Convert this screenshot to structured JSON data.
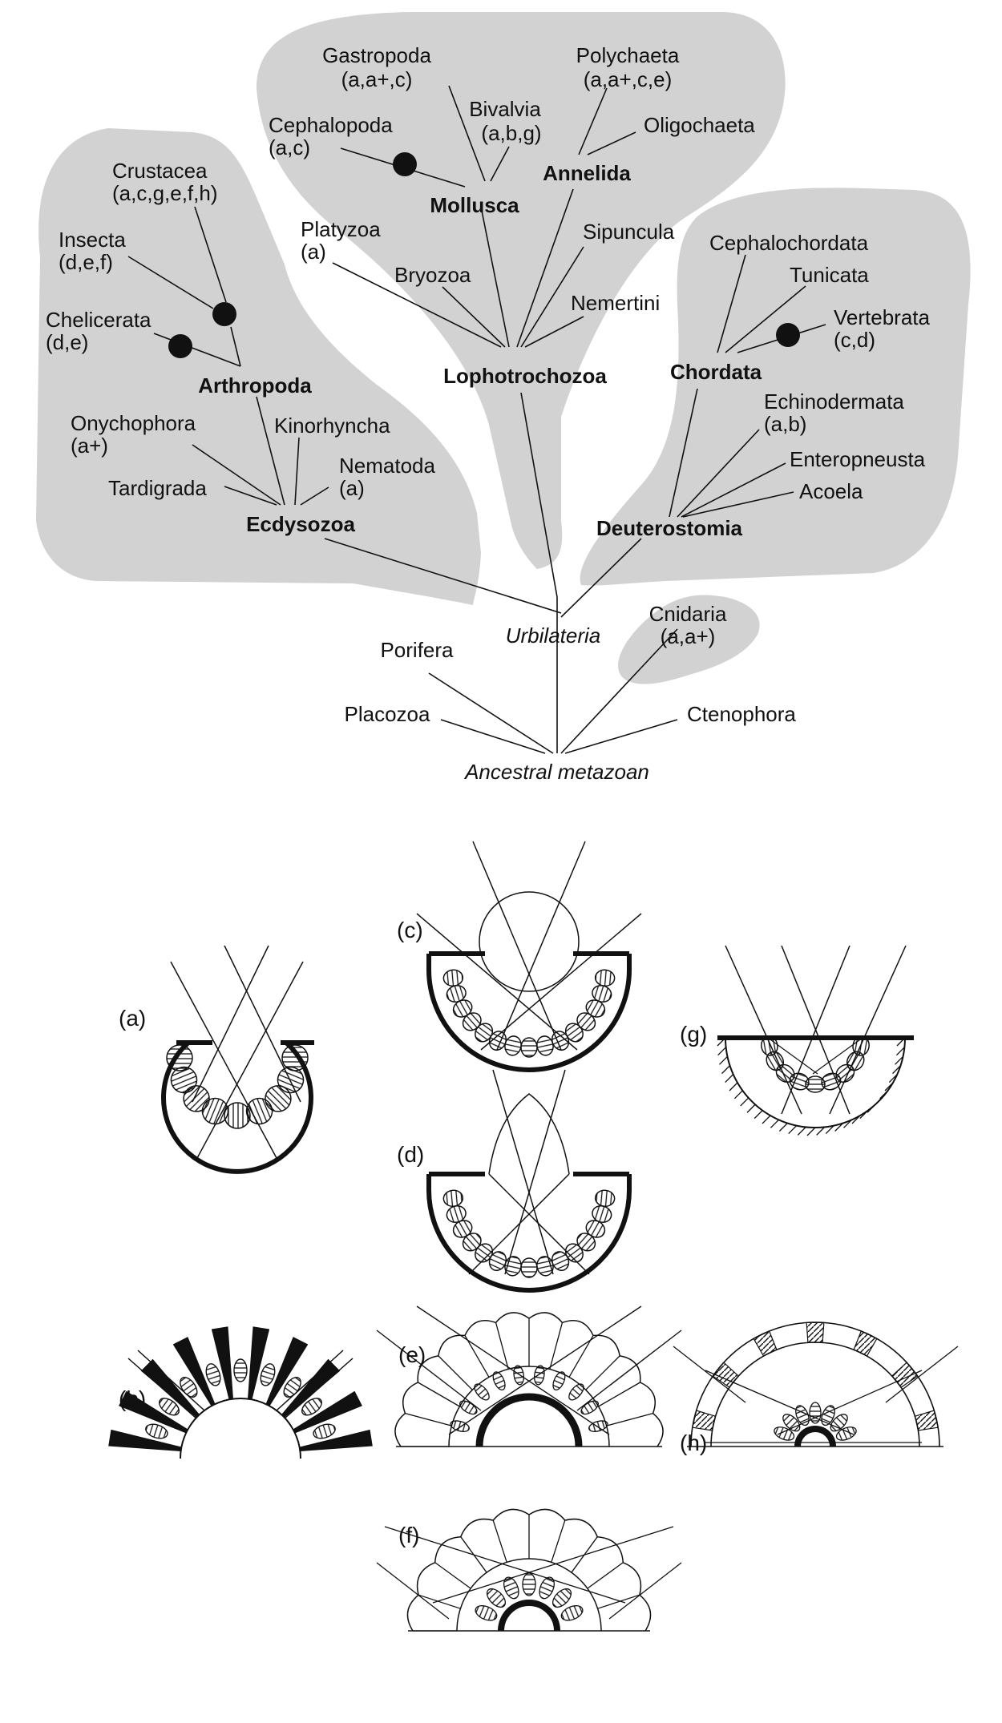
{
  "taxa": {
    "gastropoda": "Gastropoda",
    "gastropoda_sub": "(a,a+,c)",
    "polychaeta": "Polychaeta",
    "polychaeta_sub": "(a,a+,c,e)",
    "bivalvia": "Bivalvia",
    "bivalvia_sub": "(a,b,g)",
    "oligochaeta": "Oligochaeta",
    "cephalopoda": "Cephalopoda",
    "cephalopoda_sub": "(a,c)",
    "annelida": "Annelida",
    "mollusca": "Mollusca",
    "crustacea": "Crustacea",
    "crustacea_sub": "(a,c,g,e,f,h)",
    "platyzoa": "Platyzoa",
    "platyzoa_sub": "(a)",
    "sipuncula": "Sipuncula",
    "insecta": "Insecta",
    "insecta_sub": "(d,e,f)",
    "bryozoa": "Bryozoa",
    "nemertini": "Nemertini",
    "cephalochordata": "Cephalochordata",
    "tunicata": "Tunicata",
    "chelicerata": "Chelicerata",
    "chelicerata_sub": "(d,e)",
    "vertebrata": "Vertebrata",
    "vertebrata_sub": "(c,d)",
    "chordata": "Chordata",
    "arthropoda": "Arthropoda",
    "lophotrochozoa": "Lophotrochozoa",
    "echinodermata": "Echinodermata",
    "echinodermata_sub": "(a,b)",
    "onychophora": "Onychophora",
    "onychophora_sub": "(a+)",
    "kinorhyncha": "Kinorhyncha",
    "enteropneusta": "Enteropneusta",
    "nematoda": "Nematoda",
    "nematoda_sub": "(a)",
    "acoela": "Acoela",
    "tardigrada": "Tardigrada",
    "ecdysozoa": "Ecdysozoa",
    "deuterostomia": "Deuterostomia",
    "urbilateria": "Urbilateria",
    "cnidaria": "Cnidaria",
    "cnidaria_sub": "(a,a+)",
    "porifera": "Porifera",
    "placozoa": "Placozoa",
    "ctenophora": "Ctenophora",
    "ancestral": "Ancestral metazoan"
  },
  "panels": {
    "a": "(a)",
    "b": "(b)",
    "c": "(c)",
    "d": "(d)",
    "e": "(e)",
    "f": "(f)",
    "g": "(g)",
    "h": "(h)"
  },
  "colors": {
    "blob": "#d2d2d2",
    "ink": "#111111"
  }
}
